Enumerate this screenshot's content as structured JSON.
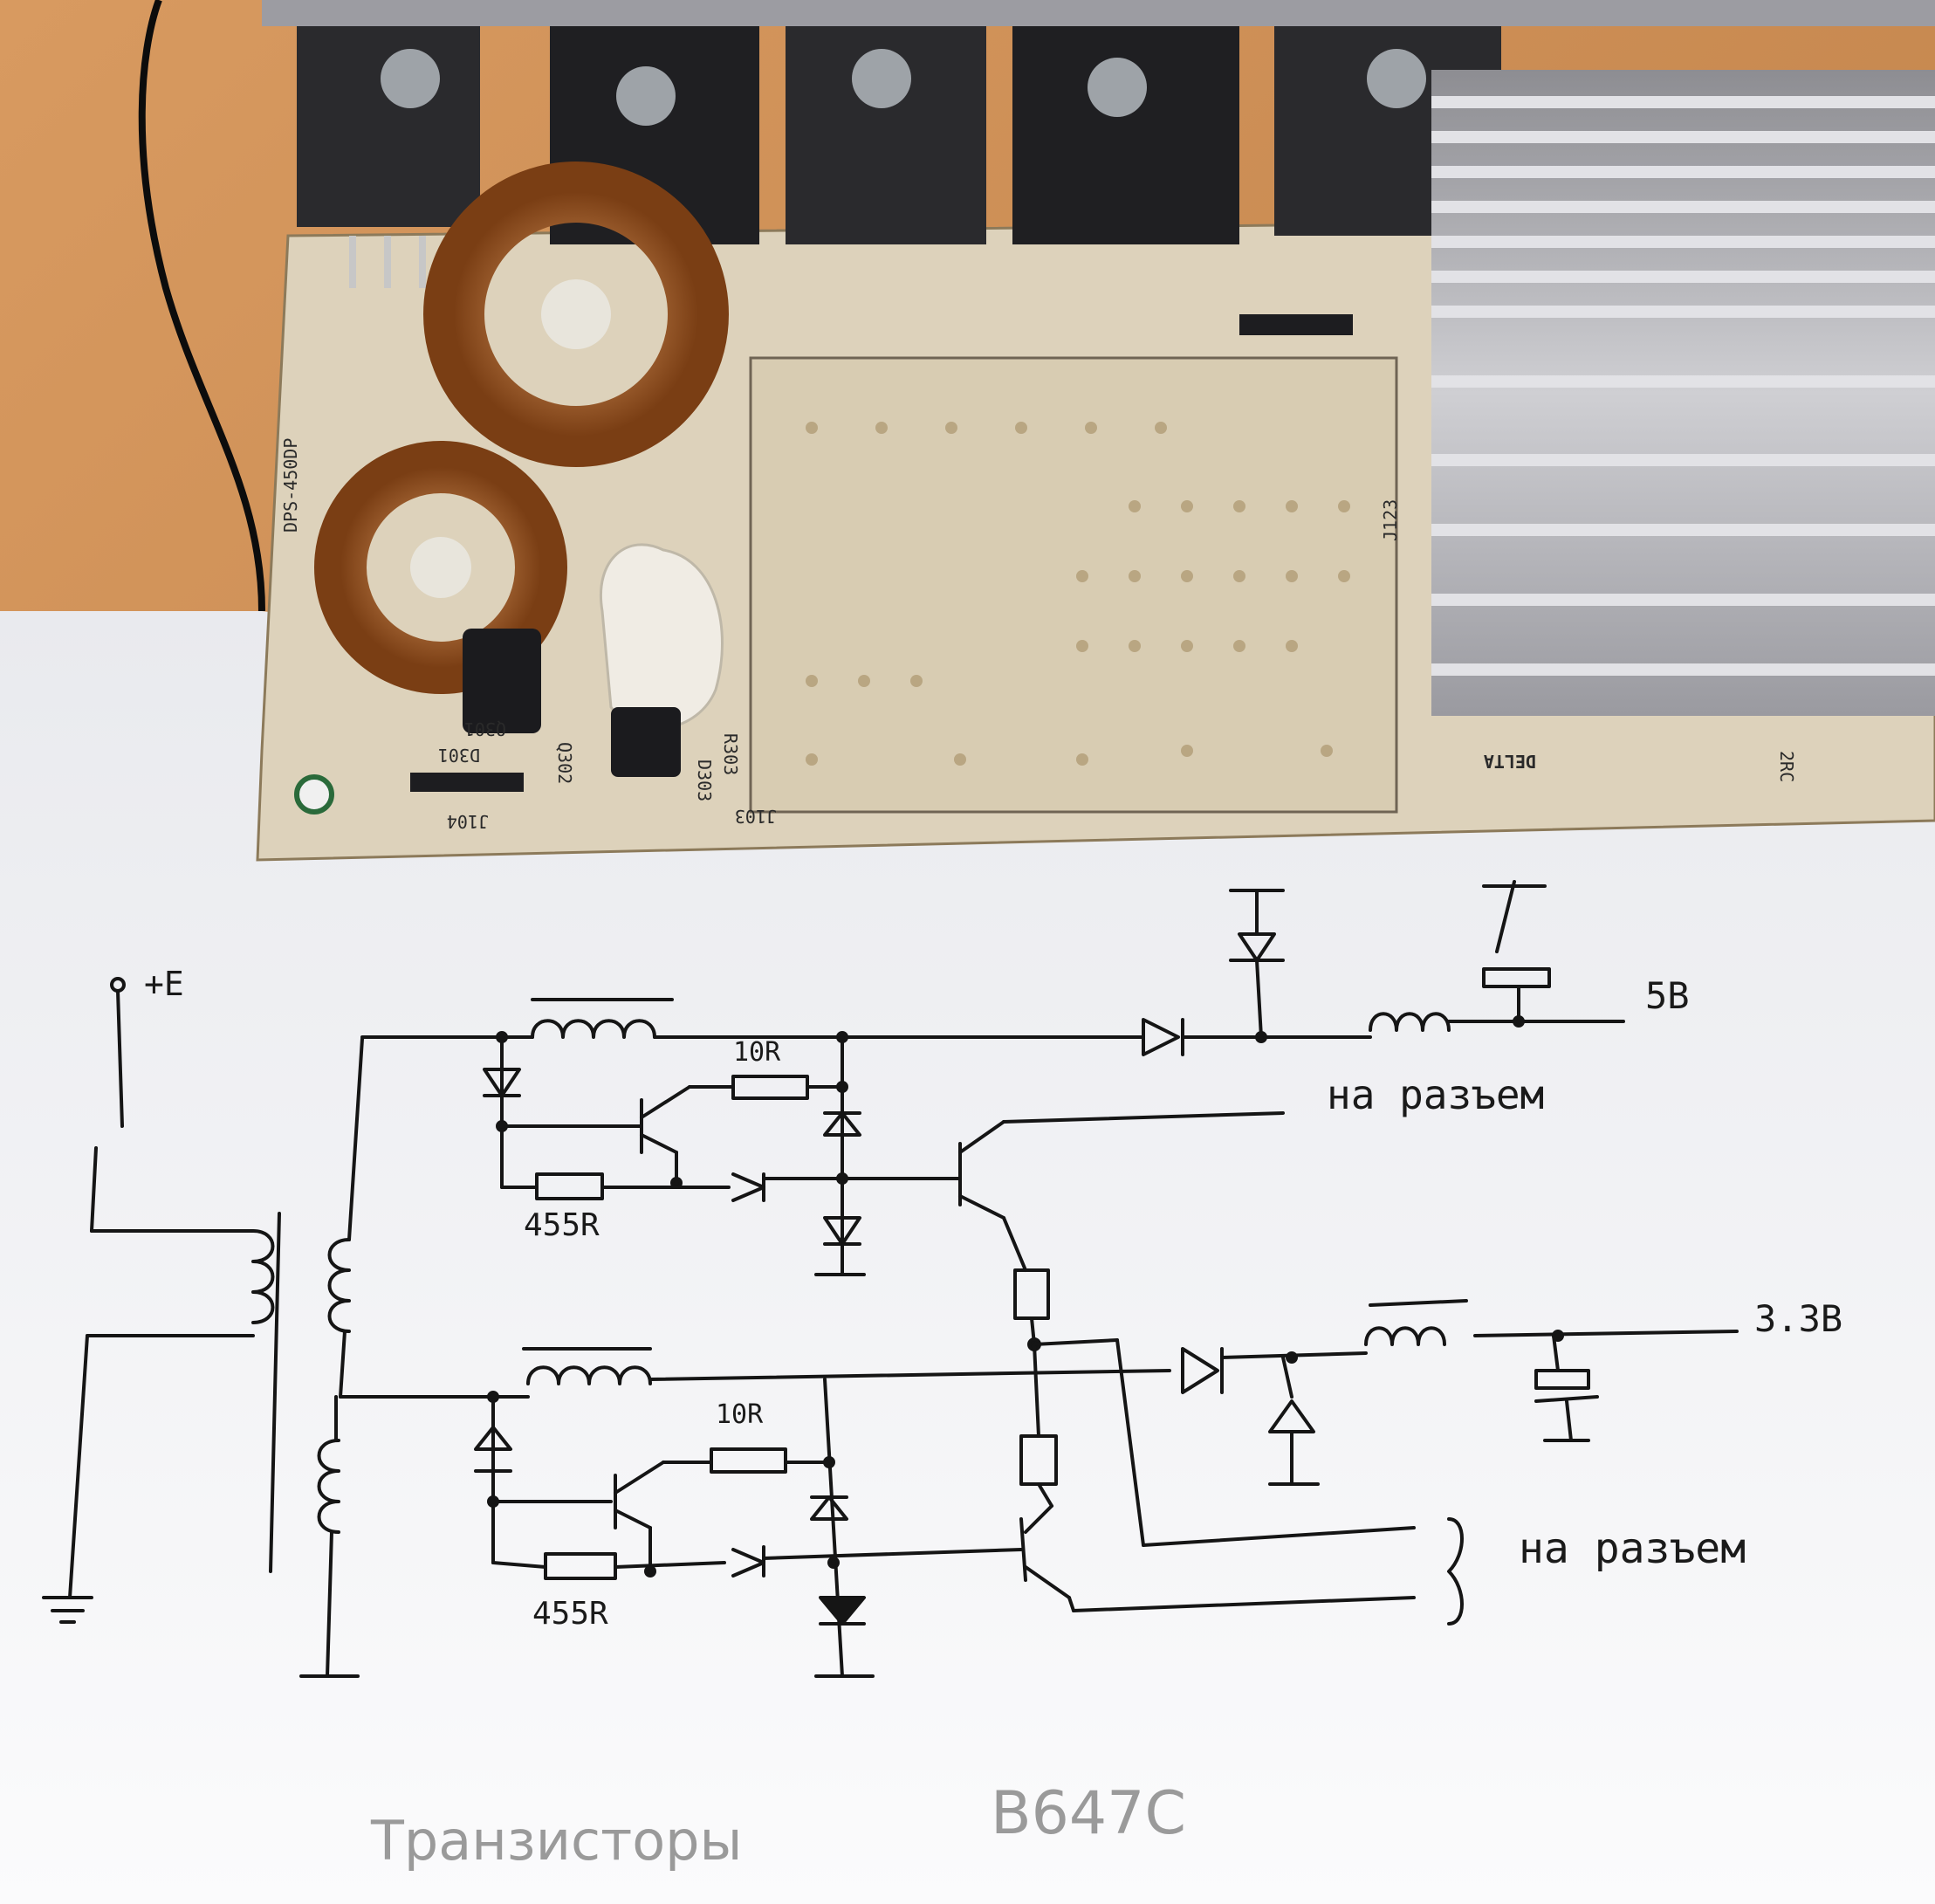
{
  "photo": {
    "board": {
      "model_label": "DPS-450DP",
      "brand_label": "DELTA",
      "ref_labels": [
        "Q301",
        "D301",
        "J104",
        "Q302",
        "D303",
        "R303",
        "J103",
        "J123",
        "2RC"
      ]
    },
    "schematic": {
      "supply_label": "+E",
      "out_5v": "5В",
      "out_33v": "3.3В",
      "connector_1": "на разъем",
      "connector_2": "на разъем",
      "res_10r_top": "10R",
      "res_10r_bottom": "10R",
      "res_455r_top": "455R",
      "res_455r_bottom": "455R"
    },
    "note": {
      "transistors_word": "Транзисторы",
      "part_number": "B647C"
    },
    "colors": {
      "table": "#c98a50",
      "paper": "#f4f4f6",
      "pcb": "#ddd2bb",
      "heatsink": "#b8b8bc",
      "copper": "#b86a30",
      "ink": "#151515"
    }
  }
}
